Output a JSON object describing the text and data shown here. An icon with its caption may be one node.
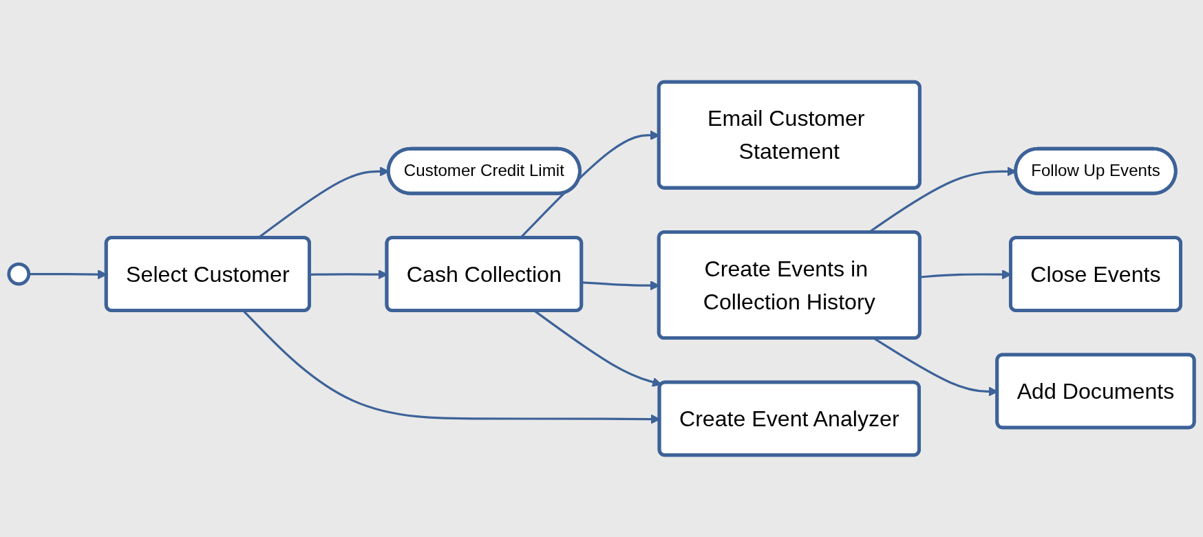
{
  "diagram": {
    "nodes": [
      {
        "text": [],
        "shape": "circle"
      },
      {
        "text": [
          "Customer Credit Limit"
        ]
      },
      {
        "text": [
          "Email Customer Statement"
        ]
      },
      {
        "text": [
          "Follow Up Events"
        ]
      },
      {
        "text": [
          "Select Customer"
        ]
      },
      {
        "text": [
          "Cash Collection"
        ]
      },
      {
        "text": [
          "Create Events in Collection History"
        ]
      },
      {
        "text": [
          "Close Events"
        ]
      },
      {
        "text": [
          "Create Event Analyzer"
        ]
      },
      {
        "text": [
          "Add Documents"
        ]
      }
    ],
    "edges": [
      {
        "from": 0,
        "to": 4,
        "arrow": "to"
      },
      {
        "from": 4,
        "to": 1,
        "arrow": "to"
      },
      {
        "from": 4,
        "to": 5,
        "arrow": "to"
      },
      {
        "from": 4,
        "to": 8,
        "arrow": "to"
      },
      {
        "from": 5,
        "to": 2,
        "arrow": "to"
      },
      {
        "from": 5,
        "to": 6,
        "arrow": "to"
      },
      {
        "from": 5,
        "to": 8,
        "arrow": "to"
      },
      {
        "from": 6,
        "to": 3,
        "arrow": "to"
      },
      {
        "from": 6,
        "to": 7,
        "arrow": "to"
      },
      {
        "from": 6,
        "to": 9,
        "arrow": "to"
      }
    ]
  }
}
